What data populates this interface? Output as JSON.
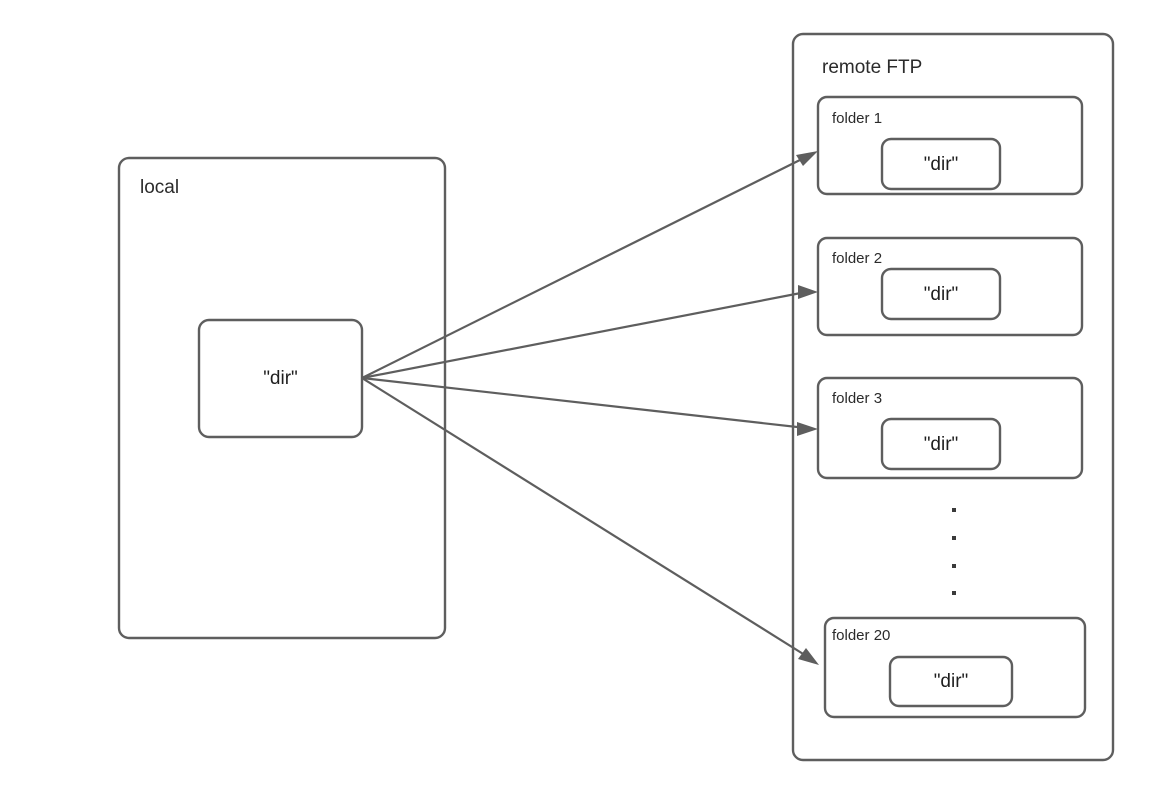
{
  "diagram": {
    "title_local": "local",
    "title_remote": "remote FTP",
    "dir_label": "\"dir\"",
    "stroke_color": "#5e5e5e",
    "text_color": "#2b2b2b",
    "background_color": "#ffffff",
    "local_panel": {
      "label": "local",
      "dir_box_label": "\"dir\""
    },
    "remote_panel": {
      "label": "remote FTP",
      "folders": [
        {
          "label": "folder 1",
          "dir_box_label": "\"dir\""
        },
        {
          "label": "folder 2",
          "dir_box_label": "\"dir\""
        },
        {
          "label": "folder 3",
          "dir_box_label": "\"dir\""
        },
        {
          "label": "folder 20",
          "dir_box_label": "\"dir\""
        }
      ],
      "ellipsis": "····",
      "ellipsis_dot_count": 4
    },
    "connections": [
      {
        "from": "local-dir",
        "to": "folder 1"
      },
      {
        "from": "local-dir",
        "to": "folder 2"
      },
      {
        "from": "local-dir",
        "to": "folder 3"
      },
      {
        "from": "local-dir",
        "to": "folder 20"
      }
    ]
  }
}
